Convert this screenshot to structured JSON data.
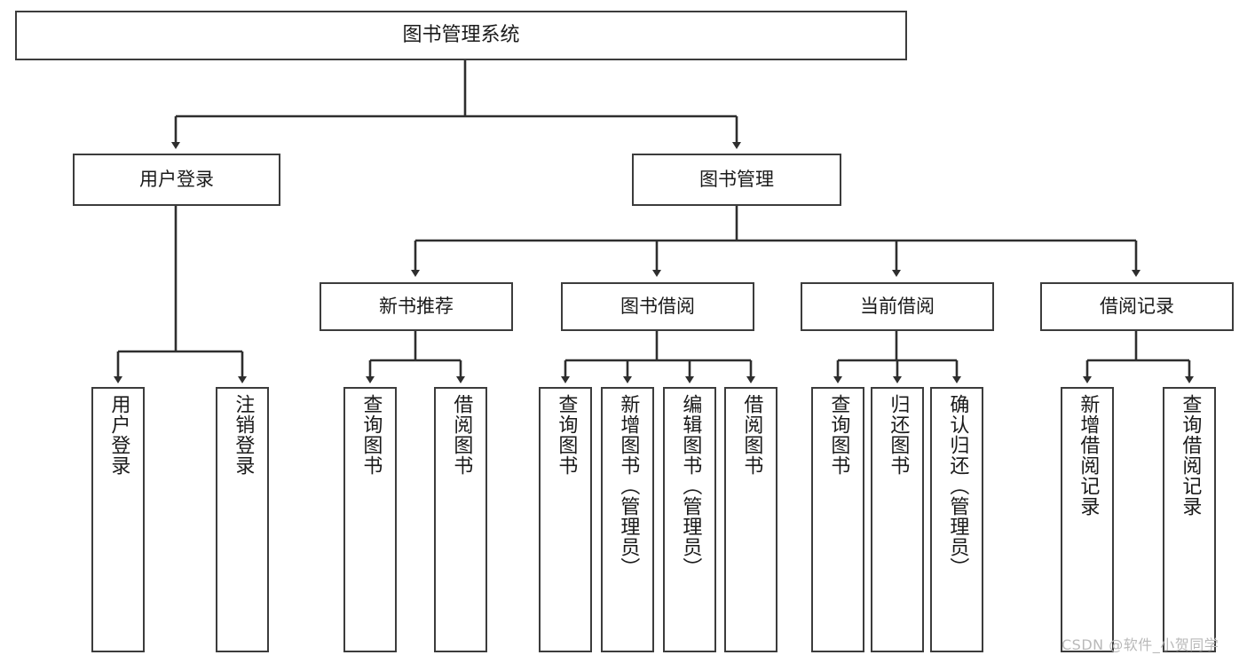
{
  "diagram": {
    "type": "tree-hierarchy",
    "title": "图书管理系统",
    "orientation": "top-down",
    "levels": 4,
    "nodes": {
      "root": {
        "label": "图书管理系统",
        "text_direction": "horizontal"
      },
      "l2": [
        {
          "id": "user-login",
          "label": "用户登录",
          "text_direction": "horizontal"
        },
        {
          "id": "book-management",
          "label": "图书管理",
          "text_direction": "horizontal"
        }
      ],
      "l3": [
        {
          "id": "new-book-recommend",
          "label": "新书推荐",
          "text_direction": "horizontal"
        },
        {
          "id": "book-borrow",
          "label": "图书借阅",
          "text_direction": "horizontal"
        },
        {
          "id": "current-borrow",
          "label": "当前借阅",
          "text_direction": "horizontal"
        },
        {
          "id": "borrow-record",
          "label": "借阅记录",
          "text_direction": "horizontal"
        }
      ],
      "leaves": [
        {
          "id": "leaf-user-login",
          "label": "用户登录",
          "parent": "user-login"
        },
        {
          "id": "leaf-logout",
          "label": "注销登录",
          "parent": "user-login"
        },
        {
          "id": "leaf-query-book-1",
          "label": "查询图书",
          "parent": "new-book-recommend"
        },
        {
          "id": "leaf-borrow-book-1",
          "label": "借阅图书",
          "parent": "new-book-recommend"
        },
        {
          "id": "leaf-query-book-2",
          "label": "查询图书",
          "parent": "book-borrow"
        },
        {
          "id": "leaf-add-book",
          "label": "新增图书（管理员）",
          "parent": "book-borrow"
        },
        {
          "id": "leaf-edit-book",
          "label": "编辑图书（管理员）",
          "parent": "book-borrow"
        },
        {
          "id": "leaf-borrow-book-2",
          "label": "借阅图书",
          "parent": "book-borrow"
        },
        {
          "id": "leaf-query-book-3",
          "label": "查询图书",
          "parent": "current-borrow"
        },
        {
          "id": "leaf-return-book",
          "label": "归还图书",
          "parent": "current-borrow"
        },
        {
          "id": "leaf-confirm-return",
          "label": "确认归还（管理员）",
          "parent": "current-borrow"
        },
        {
          "id": "leaf-add-record",
          "label": "新增借阅记录",
          "parent": "borrow-record"
        },
        {
          "id": "leaf-query-record",
          "label": "查询借阅记录",
          "parent": "borrow-record"
        }
      ]
    },
    "colors": {
      "box_border": "#3c3c3c",
      "box_fill": "#ffffff",
      "connector": "#2e2e2e",
      "text": "#1a1a1a",
      "watermark": "#b9b9b9",
      "background": "#ffffff"
    }
  },
  "watermark": {
    "text": "CSDN @软件_小贺同学"
  }
}
